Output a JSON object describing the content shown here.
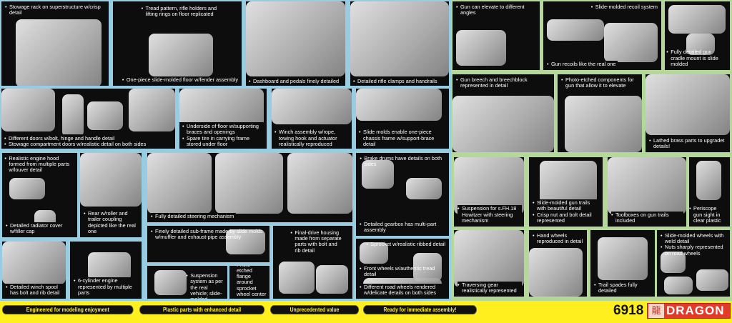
{
  "left_panels": [
    {
      "captions": [
        [
          "Stowage rack on superstructure w/crisp detail"
        ]
      ]
    },
    {
      "captions": [
        [
          "Tread pattern, rifle holders and lifting rings on floor replicated"
        ],
        [
          "One-piece slide-molded floor w/fender assembly"
        ]
      ]
    },
    {
      "captions": [
        [
          "Dashboard and pedals finely detailed"
        ]
      ]
    },
    {
      "captions": [
        [
          "Detailed rifle clamps and handrails"
        ]
      ]
    },
    {
      "captions": [
        [
          "Different doors w/bolt, hinge and handle detail",
          "Stowage compartment doors w/realistic detail on both sides"
        ]
      ]
    },
    {
      "captions": [
        [
          "Underside of floor w/supporting braces and openings",
          "Spare tire in carrying frame stored under floor"
        ]
      ]
    },
    {
      "captions": [
        [
          "Winch assembly w/rope, towing hook and actuator realistically reproduced"
        ]
      ]
    },
    {
      "captions": [
        [
          "Slide molds enable one-piece chassis frame w/support-brace detail"
        ]
      ]
    },
    {
      "captions": [
        [
          "Realistic engine hood formed from multiple parts w/louver detail"
        ],
        [
          "Detailed radiator cover w/filler cap"
        ]
      ]
    },
    {
      "captions": [
        [
          "Rear w/roller and trailer coupling depicted like the real one"
        ]
      ]
    },
    {
      "captions": [
        [
          "Fully detailed steering mechanism"
        ]
      ]
    },
    {
      "captions": [
        [
          "Brake drums have details on both sides"
        ],
        [
          "Detailed gearbox has multi-part assembly"
        ]
      ]
    },
    {
      "captions": [
        [
          "Detailed winch spool has bolt and rib detail"
        ]
      ]
    },
    {
      "captions": [
        [
          "6-cylinder engine represented by multiple parts"
        ]
      ]
    },
    {
      "captions": [
        [
          "Finely detailed sub-frame made by slide molds w/muffler and exhaust-pipe assembly"
        ]
      ]
    },
    {
      "captions": [
        [
          "Final-drive housing made from separate parts with bolt and rib detail"
        ]
      ]
    },
    {
      "captions": [
        [
          "Suspension system as per the real vehicle; slide-molded suspension arms and springs w/delicate detail"
        ]
      ]
    },
    {
      "captions": [
        [
          "Photo-etched flange around sprocket wheel center"
        ]
      ]
    },
    {
      "captions": [
        [
          "Sprocket w/realistic ribbed detail"
        ],
        [
          "Front wheels w/authentic tread detail"
        ],
        [
          "Different road wheels rendered w/delicate details on both sides"
        ]
      ]
    }
  ],
  "right_panels": [
    {
      "captions": [
        [
          "Gun can elevate to different angles"
        ]
      ]
    },
    {
      "captions": [
        [
          "Slide-molded recoil system"
        ],
        [
          "Gun recoils like the real one"
        ]
      ]
    },
    {
      "captions": [
        [
          "Fully detailed gun cradle mount is slide molded"
        ]
      ]
    },
    {
      "captions": [
        [
          "Gun breech and breechblock represented in detail"
        ]
      ]
    },
    {
      "captions": [
        [
          "Photo-etched components for gun that allow it to elevate"
        ]
      ]
    },
    {
      "captions": [
        [
          "Lathed brass parts to upgradet details!"
        ]
      ]
    },
    {
      "captions": [
        [
          "Suspension for s.FH.18 Howitzer with steering mechanism"
        ]
      ]
    },
    {
      "captions": [
        [
          "Slide-molded gun trails with beautiful detail",
          "Crisp nut and bolt detail represented"
        ]
      ]
    },
    {
      "captions": [
        [
          "Toolboxes on gun trails included"
        ]
      ]
    },
    {
      "captions": [
        [
          "Periscope gun sight in clear plastic"
        ]
      ]
    },
    {
      "captions": [
        [
          "Traversing gear realistically represented"
        ]
      ]
    },
    {
      "captions": [
        [
          "Hand wheels reproduced in detail"
        ]
      ]
    },
    {
      "captions": [
        [
          "Trail spades fully detailed"
        ]
      ]
    },
    {
      "captions": [
        [
          "Slide-molded wheels with weld detail",
          "Nuts sharply represented on road wheels"
        ]
      ]
    }
  ],
  "footer": {
    "features": [
      "Engineered for modeling enjoyment",
      "Plastic parts with enhanced detail",
      "Unprecedented value",
      "Ready for immediate assembly!"
    ],
    "product_code": "6918",
    "brand": "DRAGON"
  }
}
